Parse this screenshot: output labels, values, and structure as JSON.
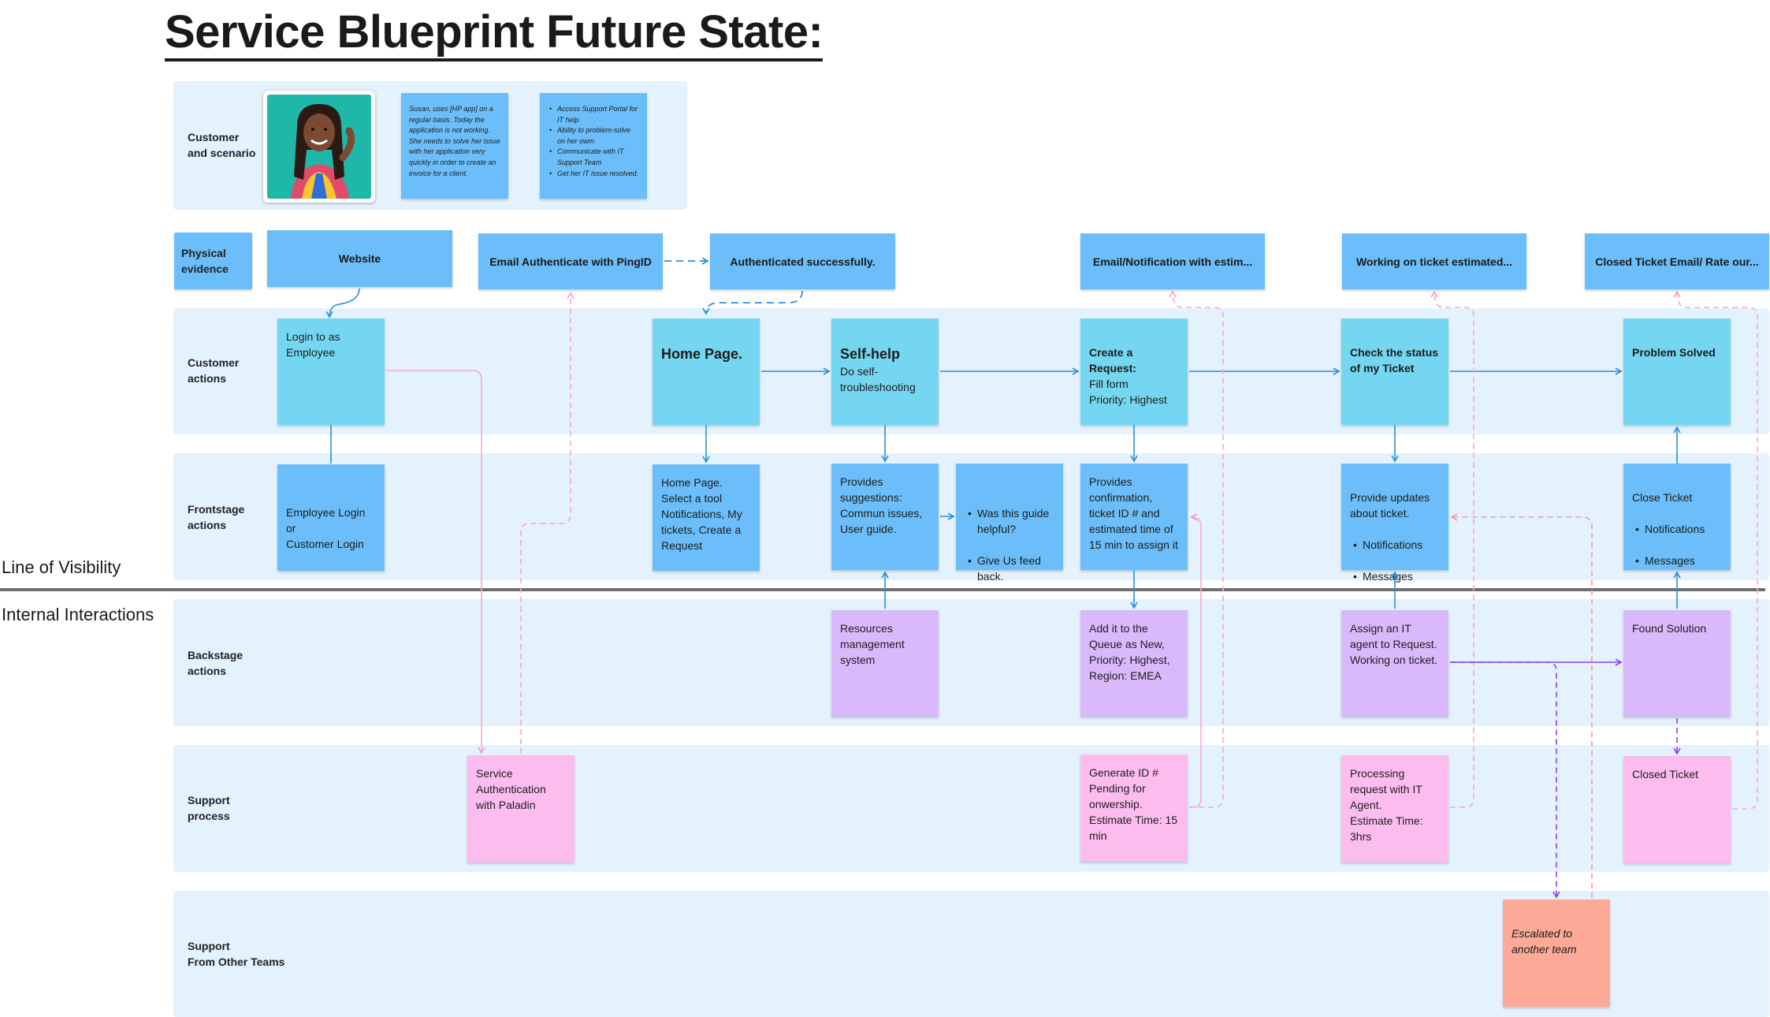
{
  "title": "Service Blueprint Future State:",
  "side_labels": {
    "line_of_visibility": "Line of Visibility",
    "internal_interactions": "Internal Interactions"
  },
  "lanes": {
    "customer": "Customer\nand scenario",
    "physical": "Physical\nevidence",
    "customer_actions": "Customer\nactions",
    "frontstage": "Frontstage\nactions",
    "backstage": "Backstage\nactions",
    "support": "Support\nprocess",
    "other_teams": "Support\nFrom Other Teams"
  },
  "scenario": {
    "story": "Susan, uses [HP app] on a regular basis. Today the application is not working. She needs to solve her issue with her application very quickly in order to create an invoice for a client.",
    "goals": [
      "Access Support Portal for IT help",
      "Ability to problem-solve on her owm",
      "Communicate with IT Support Team",
      "Get her IT issue resolved."
    ]
  },
  "evidence": {
    "website": "Website",
    "email_auth": "Email Authenticate with PingID",
    "auth_success": "Authenticated successfully.",
    "email_notification": "Email/Notification with estim...",
    "working_ticket": "Working on ticket estimated...",
    "closed_email": "Closed Ticket Email/ Rate our..."
  },
  "customer_actions": {
    "login": "Login to as\nEmployee",
    "home_head": "Home Page.",
    "selfhelp_head": "Self-help",
    "selfhelp_body": "Do self-\ntroubleshooting",
    "create_head": "Create a\nRequest:",
    "create_body": "Fill form\nPriority: Highest",
    "check_head": "Check the status\nof my Ticket",
    "solved_head": "Problem Solved"
  },
  "frontstage": {
    "login": "Employee Login\nor\nCustomer Login",
    "home": "Home Page.\nSelect a tool\nNotifications, My\ntickets, Create a\nRequest",
    "suggest": "Provides\nsuggestions:\nCommun issues,\nUser guide.",
    "guide_items": [
      "Was this guide\nhelpful?",
      "Give Us feed\nback."
    ],
    "confirm": "Provides\nconfirmation,\nticket ID # and\nestimated time of\n15 min to assign it",
    "updates_head": "Provide updates\nabout ticket.",
    "updates_items": [
      "Notifications",
      "Messages"
    ],
    "close_head": "Close Ticket",
    "close_items": [
      "Notifications",
      "Messages"
    ]
  },
  "backstage": {
    "resources": "Resources\nmanagement\nsystem",
    "queue": "Add it to the\nQueue as New,\nPriority: Highest,\nRegion: EMEA",
    "assign": "Assign an IT\nagent to Request.\nWorking on ticket.",
    "found": "Found Solution"
  },
  "support": {
    "auth": "Service\nAuthentication\nwith Paladin",
    "generate": "Generate ID #\nPending for\nonwership.\nEstimate Time: 15\nmin",
    "processing": "Processing\nrequest with IT\nAgent.\nEstimate Time:\n3hrs",
    "closed": "Closed Ticket"
  },
  "other_teams": {
    "escalated": "Escalated to\nanother team"
  },
  "colors": {
    "lane": "#e4f2fd",
    "blue": "#6bbef9",
    "cyan": "#74d6f0",
    "purple": "#d9b9fb",
    "pink": "#fdbcee",
    "salmon": "#fca998",
    "arrow_blue": "#2a8fd8",
    "arrow_pink": "#f6a6d8",
    "arrow_purple": "#8b3ff0"
  }
}
